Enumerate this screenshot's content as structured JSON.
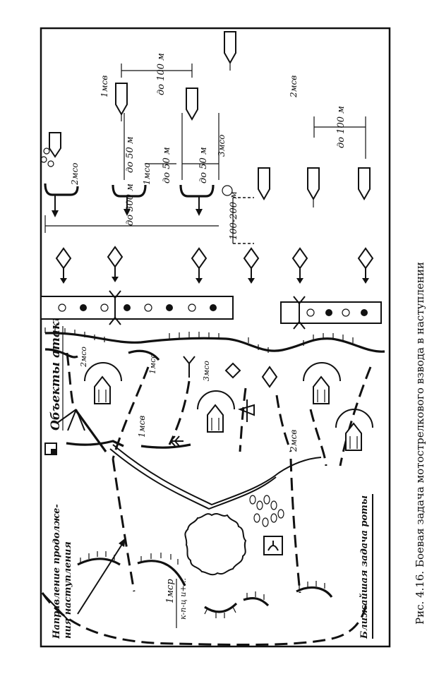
{
  "caption": "Рис. 4.16. Боевая задача мотострелкового взвода в наступлении",
  "labels": {
    "direction_continue": "Направление продолже-\nния наступления",
    "attack_objects": "Объекты атаки",
    "immediate_task": "Ближайшая задача роты",
    "company_mark": "1мср",
    "company_mark_sub": "к-п-ц и+...",
    "dist_300": "до 300 м",
    "dist_50_a": "до 50 м",
    "dist_50_b": "до 50 м",
    "dist_50_c": "до 50 м",
    "dist_100_top": "до 100 м",
    "dist_100_right": "до 100 м",
    "dist_100_200": "100-200 м",
    "platoon_1msv": "1мсв",
    "platoon_2msv": "2мсв",
    "squad_2mso": "2мсо",
    "squad_1mso": "1мсо",
    "squad_3mso": "3мсо",
    "zone_1msv": "1мсв",
    "zone_2msv": "2мсв",
    "obj_2mso": "2мсо",
    "obj_1mso": "1мсо",
    "obj_3mso": "3мсо"
  }
}
